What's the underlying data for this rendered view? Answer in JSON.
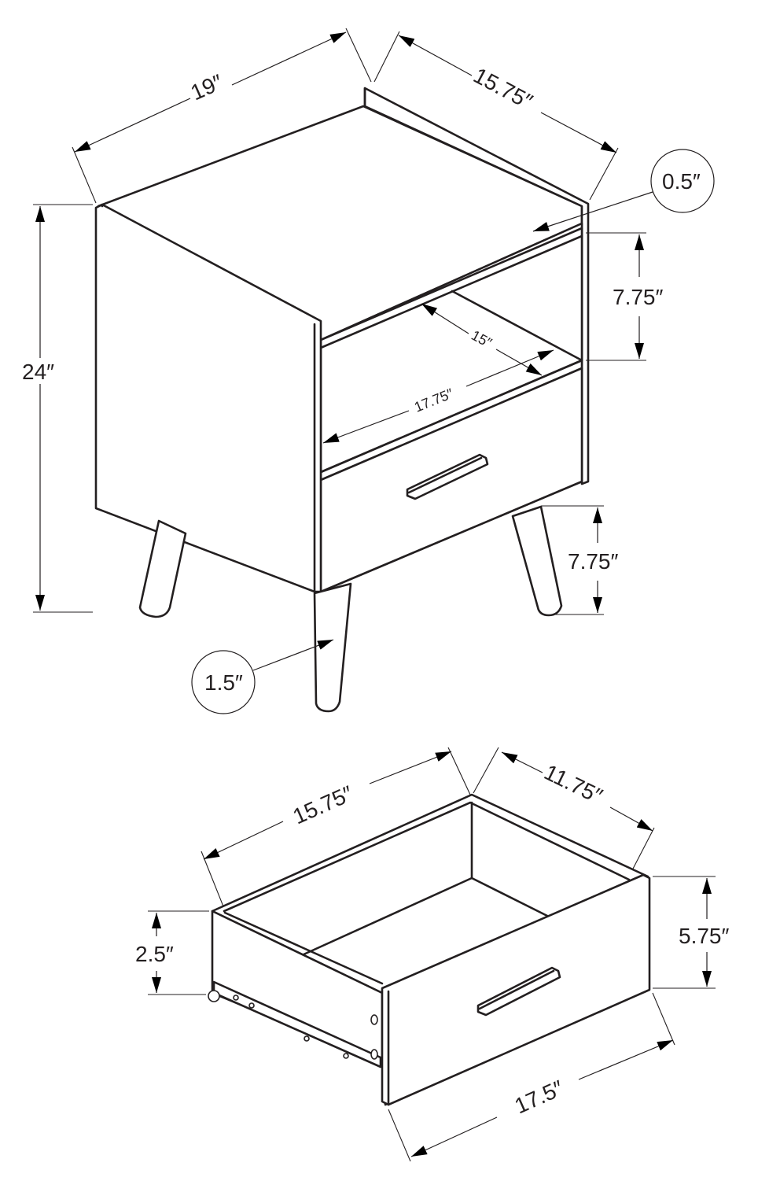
{
  "diagram": {
    "subject": "Nightstand with open shelf and drawer — dimension drawing",
    "line_color": "#231f20",
    "background": "#ffffff"
  },
  "nightstand": {
    "width_label": "19″",
    "depth_label": "15.75″",
    "height_label": "24″",
    "backboard_thickness_label": "0.5″",
    "shelf_opening_height_label": "7.75″",
    "shelf_depth_label": "15″",
    "shelf_width_label": "17.75″",
    "leg_height_label": "7.75″",
    "leg_diameter_label": "1.5″"
  },
  "drawer": {
    "interior_width_label": "15.75″",
    "interior_depth_label": "11.75″",
    "front_height_label": "5.75″",
    "side_height_label": "2.5″",
    "front_width_label": "17.5″"
  }
}
